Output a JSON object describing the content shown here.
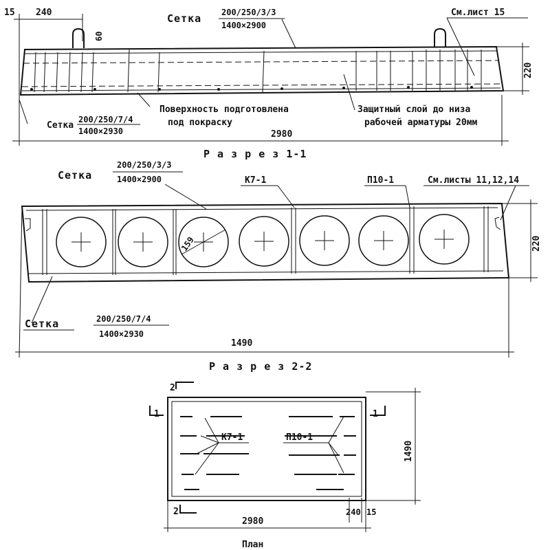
{
  "top_view": {
    "dim_left_offset": "15",
    "dim_first_bay": "240",
    "dim_loop_height": "60",
    "mesh_top": {
      "prefix": "Сетка",
      "numerator": "200/250/3/3",
      "denominator": "1400×2900"
    },
    "mesh_bottom": {
      "prefix": "Сетка",
      "numerator": "200/250/7/4",
      "denominator": "1400×2930"
    },
    "loop_ref": "См.лист 15",
    "surface_note": [
      "Поверхность подготовлена",
      "под покраску"
    ],
    "cover_note": [
      "Защитный слой до низа",
      "рабочей арматуры 20мм"
    ],
    "dim_height": "220",
    "dim_length": "2980"
  },
  "section_1": {
    "title": "Р а з р е з 1-1",
    "mesh_top": {
      "prefix": "Сетка",
      "numerator": "200/250/3/3",
      "denominator": "1400×2900"
    },
    "frame_label": "К7-1",
    "loop_label": "П10-1",
    "sheets_ref": "См.листы 11,12,14",
    "void_diameter": "159",
    "dim_height": "220",
    "mesh_bottom": {
      "prefix": "Сетка",
      "numerator": "200/250/7/4",
      "denominator": "1400×2930"
    },
    "dim_width": "1490"
  },
  "section_2": {
    "title": "Р а з р е з 2-2"
  },
  "plan": {
    "cut_2_top": "2",
    "cut_2_bottom": "2",
    "cut_1_left": "1",
    "cut_1_right": "1",
    "frame_label": "К7-1",
    "loop_label": "П10-1",
    "dim_width": "1490",
    "dim_edge_a": "240",
    "dim_edge_b": "15",
    "dim_length": "2980",
    "caption_partial": "План"
  }
}
